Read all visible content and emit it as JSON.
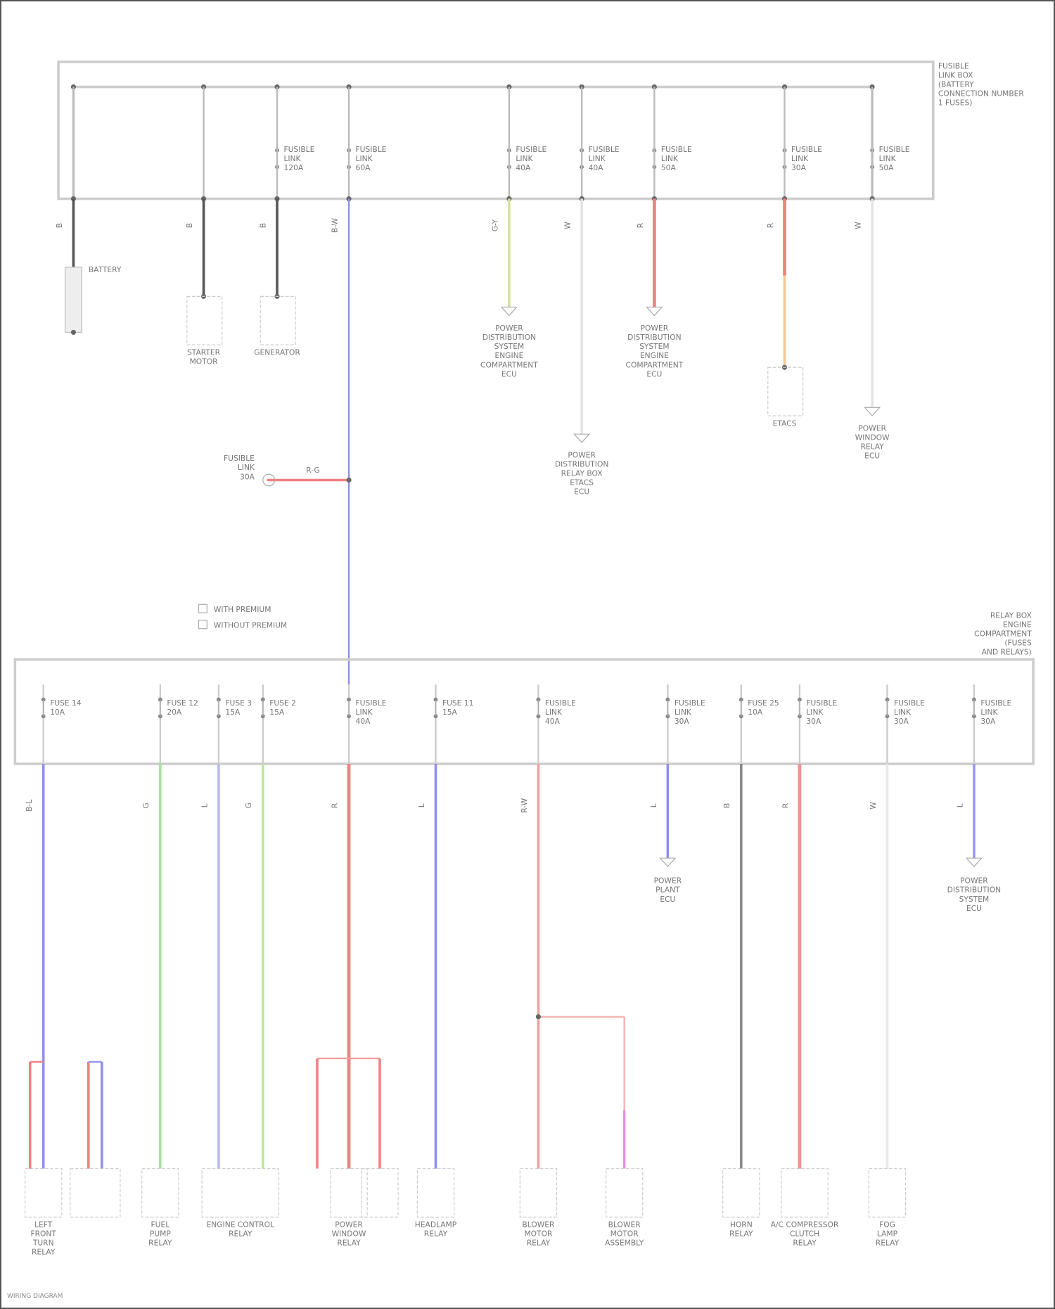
{
  "top_box": {
    "label": [
      "FUSIBLE",
      "LINK BOX",
      "(BATTERY",
      "CONNECTION NUMBER",
      "1 FUSES)"
    ],
    "branches": [
      {
        "fuse": [],
        "wire": "B",
        "wire_color": "#555555",
        "component": [
          "BATTERY"
        ],
        "kind": "battery"
      },
      {
        "fuse": [],
        "wire": "B",
        "wire_color": "#555555",
        "component": [
          "STARTER",
          "MOTOR"
        ],
        "kind": "box"
      },
      {
        "fuse": [
          "FUSIBLE",
          "LINK",
          "120A"
        ],
        "wire": "B",
        "wire_color": "#555555",
        "component": [
          "GENERATOR"
        ],
        "kind": "box"
      },
      {
        "fuse": [
          "FUSIBLE",
          "LINK",
          "60A"
        ],
        "wire": "B-W",
        "wire_color": "#8f8fe6",
        "component": [],
        "kind": "main"
      },
      {
        "fuse": [
          "FUSIBLE",
          "LINK",
          "40A"
        ],
        "wire": "G-Y",
        "wire_color": "#d6e0a0",
        "component": [
          "POWER",
          "DISTRIBUTION",
          "SYSTEM",
          "ENGINE",
          "COMPARTMENT",
          "ECU"
        ],
        "kind": "ground"
      },
      {
        "fuse": [
          "FUSIBLE",
          "LINK",
          "40A"
        ],
        "wire": "W",
        "wire_color": "#e4e4e4",
        "component": [
          "POWER",
          "DISTRIBUTION",
          "RELAY BOX",
          "ETACS",
          "ECU"
        ],
        "kind": "ground"
      },
      {
        "fuse": [
          "FUSIBLE",
          "LINK",
          "50A"
        ],
        "wire": "R",
        "wire_color": "#f08080",
        "component": [
          "POWER",
          "DISTRIBUTION",
          "SYSTEM",
          "ENGINE",
          "COMPARTMENT",
          "ECU"
        ],
        "kind": "ground"
      },
      {
        "fuse": [
          "FUSIBLE",
          "LINK",
          "30A"
        ],
        "wire": "R",
        "wire_color": "#f08080",
        "component": [
          "ETACS"
        ],
        "kind": "box",
        "second_color": "#f5c890"
      },
      {
        "fuse": [
          "FUSIBLE",
          "LINK",
          "50A"
        ],
        "wire": "W",
        "wire_color": "#e4e4e4",
        "component": [
          "POWER",
          "WINDOW",
          "RELAY",
          "ECU"
        ],
        "kind": "ground"
      }
    ]
  },
  "side_feed": {
    "label": [
      "FUSIBLE",
      "LINK",
      "30A"
    ],
    "wire": "R-G",
    "wire_color": "#f08080"
  },
  "legend": [
    "WITH PREMIUM",
    "WITHOUT PREMIUM"
  ],
  "bottom_box": {
    "label": [
      "RELAY BOX",
      "ENGINE",
      "COMPARTMENT",
      "(FUSES",
      "AND RELAYS)"
    ],
    "branches": [
      {
        "fuse": [
          "FUSE 14",
          "10A"
        ],
        "wire": "B-L",
        "wire_color": "#8f8ff0",
        "component": [
          "LEFT",
          "FRONT",
          "TURN",
          "RELAY"
        ]
      },
      {
        "fuse": [
          "FUSE 12",
          "20A"
        ],
        "wire": "G",
        "wire_color": "#a8e0a0",
        "component": [
          "FUEL",
          "PUMP",
          "RELAY"
        ]
      },
      {
        "fuse": [
          "FUSE 3",
          "15A"
        ],
        "wire": "L",
        "wire_color": "#b8b8e8",
        "component": [
          "ENGINE CONTROL",
          "RELAY"
        ]
      },
      {
        "fuse": [
          "FUSE 2",
          "15A"
        ],
        "wire": "G",
        "wire_color": "#b8e898",
        "component": []
      },
      {
        "fuse": [
          "FUSIBLE",
          "LINK",
          "40A"
        ],
        "wire": "R",
        "wire_color": "#f08080",
        "component": [
          "POWER",
          "WINDOW",
          "RELAY"
        ]
      },
      {
        "fuse": [
          "FUSE 11",
          "15A"
        ],
        "wire": "L",
        "wire_color": "#8f8ff0",
        "component": [
          "HEADLAMP",
          "RELAY"
        ]
      },
      {
        "fuse": [
          "FUSIBLE",
          "LINK",
          "40A"
        ],
        "wire": "R-W",
        "wire_color": "#f4a0a0",
        "component": [
          "BLOWER",
          "MOTOR",
          "RELAY"
        ]
      },
      {
        "fuse": [
          "FUSIBLE",
          "LINK",
          "30A"
        ],
        "wire": "L",
        "wire_color": "#8f8ff0",
        "component": [
          "POWER",
          "PLANT",
          "ECU"
        ]
      },
      {
        "fuse": [
          "FUSE 25",
          "10A"
        ],
        "wire": "B",
        "wire_color": "#888888",
        "component": [
          "HORN",
          "RELAY"
        ]
      },
      {
        "fuse": [
          "FUSIBLE",
          "LINK",
          "30A"
        ],
        "wire": "R",
        "wire_color": "#f49090",
        "component": [
          "A/C COMPRESSOR",
          "CLUTCH",
          "RELAY"
        ]
      },
      {
        "fuse": [
          "FUSIBLE",
          "LINK",
          "30A"
        ],
        "wire": "W",
        "wire_color": "#e8e8e8",
        "component": [
          "FOG",
          "LAMP",
          "RELAY"
        ]
      },
      {
        "fuse": [
          "FUSIBLE",
          "LINK",
          "30A"
        ],
        "wire": "L",
        "wire_color": "#9898f0",
        "component": [
          "POWER",
          "DISTRIBUTION",
          "SYSTEM",
          "ECU"
        ]
      }
    ],
    "extra_component": [
      "BLOWER",
      "MOTOR",
      "ASSEMBLY"
    ],
    "extra_color": "#e890e8"
  },
  "footer": "WIRING DIAGRAM"
}
